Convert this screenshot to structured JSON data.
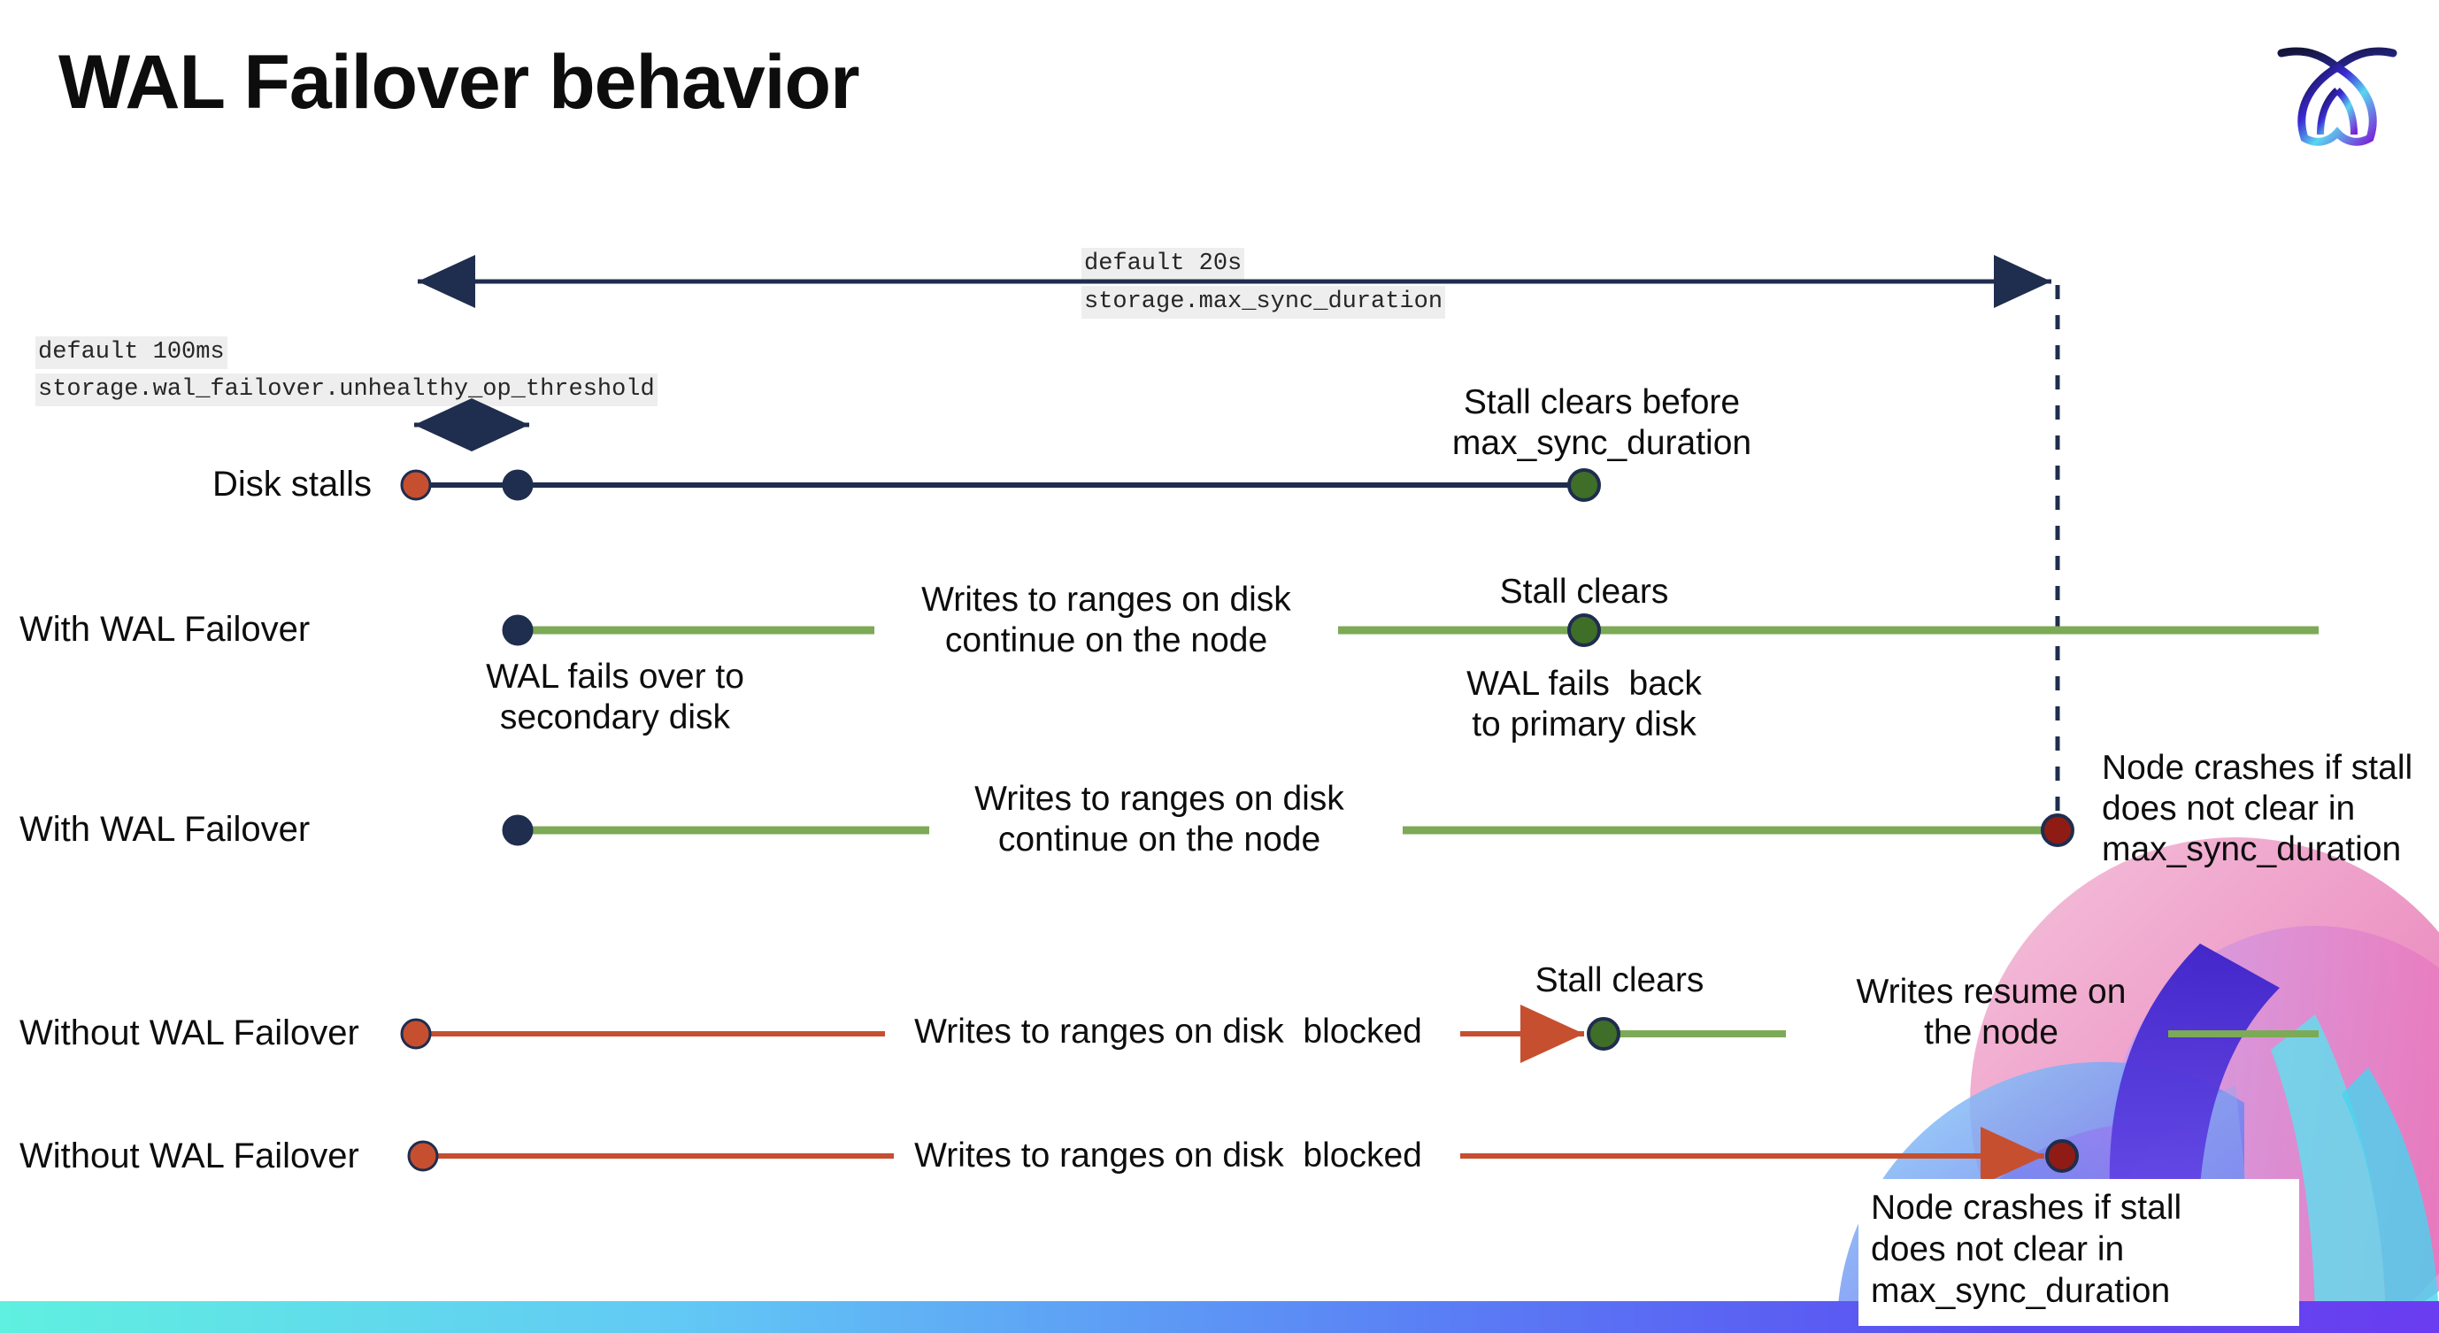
{
  "slide": {
    "title": "WAL Failover behavior",
    "logo_name": "cockroachdb-logo"
  },
  "annotations": {
    "max_sync": {
      "default": "default 20s",
      "setting": "storage.max_sync_duration"
    },
    "unhealthy": {
      "default": "default 100ms",
      "setting": "storage.wal_failover.unhealthy_op_threshold"
    }
  },
  "rows": [
    {
      "id": "disk-stalls",
      "label": "Disk stalls",
      "notes": [
        "Stall clears before\nmax_sync_duration"
      ]
    },
    {
      "id": "with-wal-failover-1",
      "label": "With WAL Failover",
      "notes": [
        "WAL fails over to\nsecondary disk",
        "Writes to ranges on disk\ncontinue on the node",
        "Stall clears",
        "WAL fails  back\nto primary disk"
      ]
    },
    {
      "id": "with-wal-failover-2",
      "label": "With WAL Failover",
      "notes": [
        "Writes to ranges on disk\ncontinue on the node",
        "Node crashes if stall\ndoes not clear in\nmax_sync_duration"
      ]
    },
    {
      "id": "without-wal-failover-1",
      "label": "Without WAL Failover",
      "notes": [
        "Writes to ranges on disk  blocked",
        "Stall clears",
        "Writes resume on\nthe node"
      ]
    },
    {
      "id": "without-wal-failover-2",
      "label": "Without WAL Failover",
      "notes": [
        "Writes to ranges on disk  blocked",
        "Node crashes if stall\ndoes not clear in\nmax_sync_duration"
      ]
    }
  ],
  "colors": {
    "navy": "#1F2D4E",
    "green_line": "#7CAA56",
    "green_dot": "#3F6E28",
    "orange": "#C64F30",
    "dark_red": "#8E1C14",
    "chip_bg": "#EEEEEE",
    "text": "#0D0D0D"
  }
}
